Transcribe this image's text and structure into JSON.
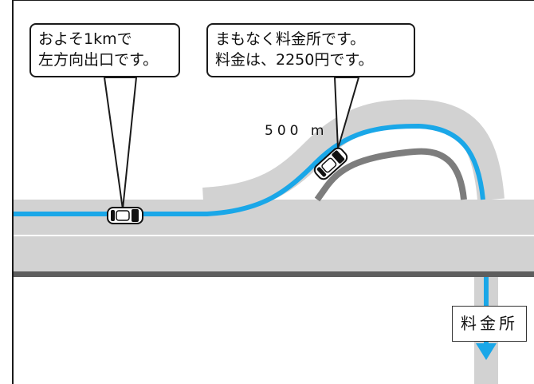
{
  "bubbles": {
    "left": {
      "line1": "およそ1kmで",
      "line2": "左方向出口です。"
    },
    "right": {
      "line1": "まもなく料金所です。",
      "line2": "料金は、2250円です。"
    }
  },
  "distance_marker": "500 m",
  "toll_sign": "料金所",
  "colors": {
    "route": "#1aa7e8",
    "road": "#d2d2d2",
    "road_edge": "#7d7d7d",
    "road_shadow": "#5e5e5e",
    "frame": "#1a1a1a"
  },
  "icons": [
    "car-icon",
    "car-icon",
    "down-arrow-icon"
  ]
}
